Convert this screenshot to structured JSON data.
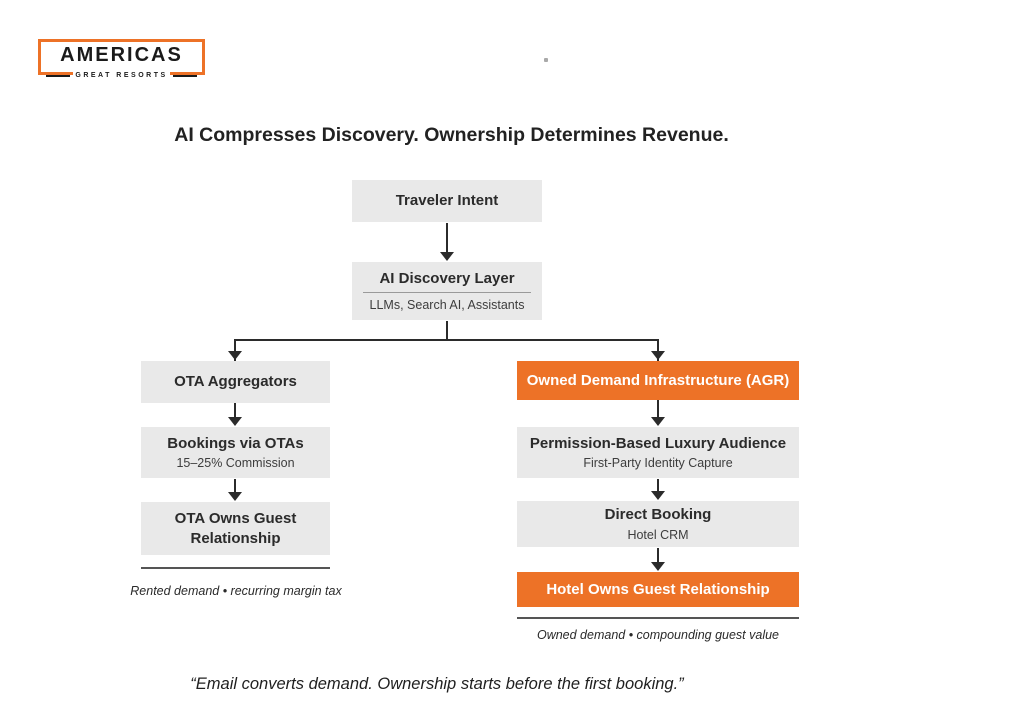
{
  "logo": {
    "title": "AMERICAS",
    "subtitle": "GREAT RESORTS"
  },
  "page": {
    "title": "AI Compresses Discovery. Ownership Determines Revenue.",
    "quote": "“Email converts demand. Ownership starts before the first booking.”"
  },
  "colors": {
    "accent_orange": "#ED7227",
    "box_gray": "#E9E9E9",
    "connector_dark": "#2B2B2B",
    "text_dark": "#222222"
  },
  "flow": {
    "top": {
      "traveler_intent": {
        "label": "Traveler Intent"
      },
      "ai_discovery": {
        "label": "AI Discovery Layer",
        "sublabel": "LLMs, Search AI, Assistants"
      }
    },
    "left_branch": {
      "nodes": [
        {
          "label": "OTA Aggregators"
        },
        {
          "label": "Bookings via OTAs",
          "sublabel": "15–25% Commission"
        },
        {
          "label": "OTA Owns Guest Relationship"
        }
      ],
      "caption": "Rented demand • recurring margin tax"
    },
    "right_branch": {
      "nodes": [
        {
          "label": "Owned Demand Infrastructure (AGR)"
        },
        {
          "label": "Permission-Based Luxury Audience",
          "sublabel": "First-Party Identity Capture"
        },
        {
          "label": "Direct Booking",
          "sublabel": "Hotel CRM"
        },
        {
          "label": "Hotel Owns Guest Relationship"
        }
      ],
      "caption": "Owned demand • compounding guest value"
    }
  }
}
